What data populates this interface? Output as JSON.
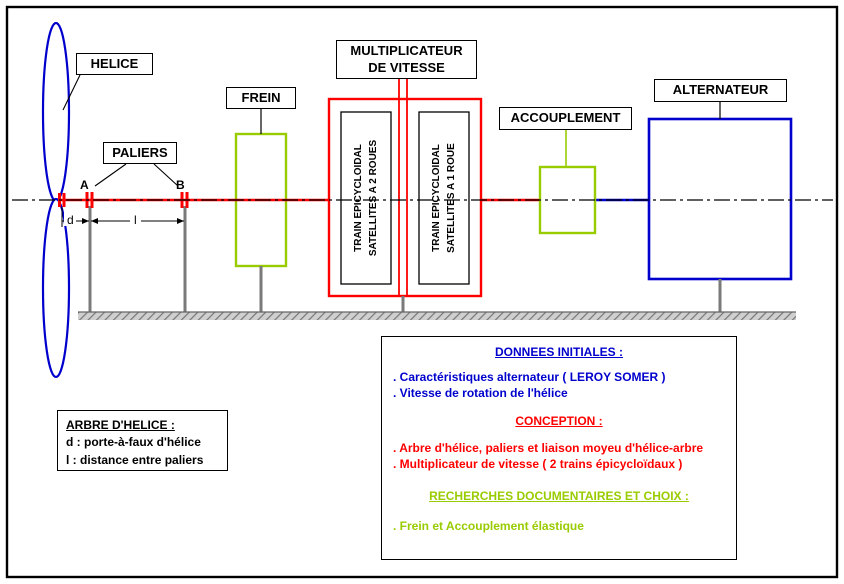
{
  "colors": {
    "blue": "#0000cd",
    "red": "#ff0000",
    "green": "#99cc00",
    "gray": "#7a7a7a"
  },
  "component_labels": {
    "helice": "HELICE",
    "paliers": "PALIERS",
    "frein": "FREIN",
    "multiplicateur": [
      "MULTIPLICATEUR",
      "DE VITESSE"
    ],
    "accouplement": "ACCOUPLEMENT",
    "alternateur": "ALTERNATEUR",
    "train_2_roues": [
      "TRAIN EPICYCLOIDAL",
      "SATELLITES A 2 ROUES"
    ],
    "train_1_roue": [
      "TRAIN EPICYCLOIDAL",
      "SATELLITES A 1 ROUE"
    ],
    "bearing_a": "A",
    "bearing_b": "B",
    "dim_d": "d",
    "dim_l": "l"
  },
  "arbre_helice_note": {
    "title": "ARBRE D'HELICE :",
    "lines": [
      "d : porte-à-faux d'hélice",
      "l : distance entre paliers"
    ]
  },
  "legend": {
    "sections": [
      {
        "title": "DONNEES INITIALES :",
        "items": [
          ". Caractéristiques alternateur ( LEROY SOMER )",
          ". Vitesse de rotation de l'hélice"
        ]
      },
      {
        "title": "CONCEPTION :",
        "items": [
          ". Arbre d'hélice, paliers et liaison moyeu d'hélice-arbre",
          ". Multiplicateur de vitesse ( 2 trains épicycloïdaux )"
        ]
      },
      {
        "title": "RECHERCHES DOCUMENTAIRES ET CHOIX :",
        "items": [
          ". Frein et Accouplement élastique"
        ]
      }
    ]
  }
}
